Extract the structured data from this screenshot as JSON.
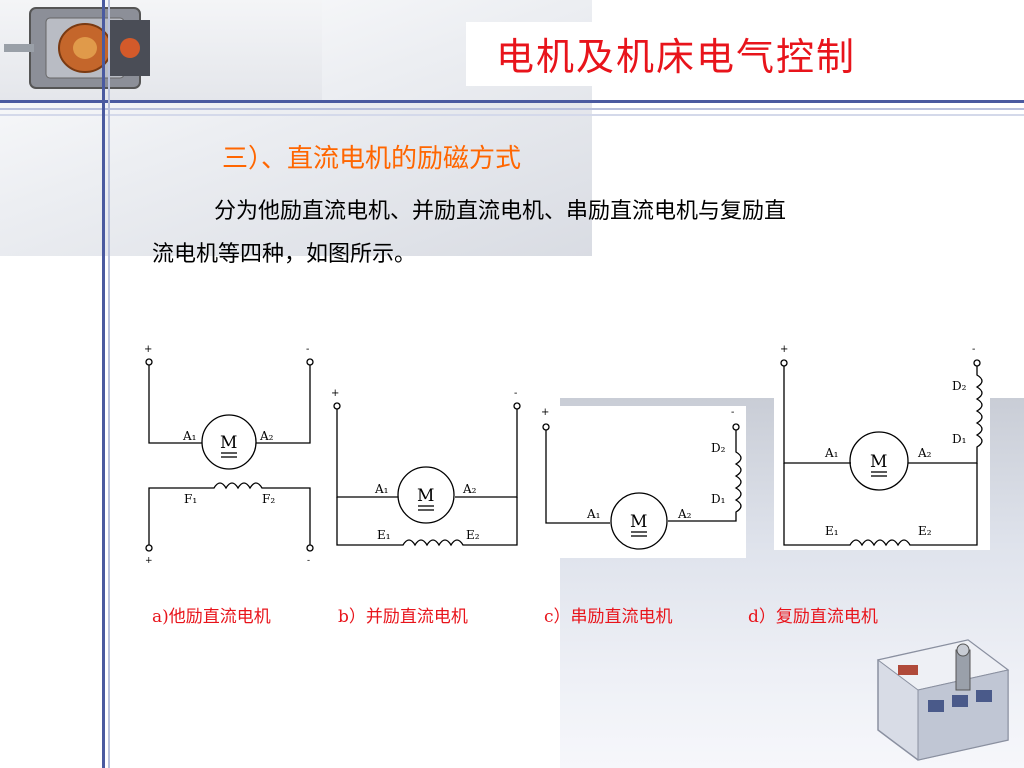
{
  "title": "电机及机床电气控制",
  "section": {
    "heading": "三）、直流电机的励磁方式",
    "paragraph_line1": "分为他励直流电机、并励直流电机、串励直流电机与复励直",
    "paragraph_line2": "流电机等四种，如图所示。"
  },
  "diagrams": {
    "motor_label": "M",
    "plus": "+",
    "minus": "-",
    "a": {
      "a1": "A₁",
      "a2": "A₂",
      "f1": "F₁",
      "f2": "F₂",
      "caption": "a)他励直流电机"
    },
    "b": {
      "a1": "A₁",
      "a2": "A₂",
      "e1": "E₁",
      "e2": "E₂",
      "caption": "b）并励直流电机"
    },
    "c": {
      "a1": "A₁",
      "a2": "A₂",
      "d1": "D₁",
      "d2": "D₂",
      "caption": "c）串励直流电机"
    },
    "d": {
      "a1": "A₁",
      "a2": "A₂",
      "d1": "D₁",
      "d2": "D₂",
      "e1": "E₁",
      "e2": "E₂",
      "caption": "d）复励直流电机"
    }
  }
}
